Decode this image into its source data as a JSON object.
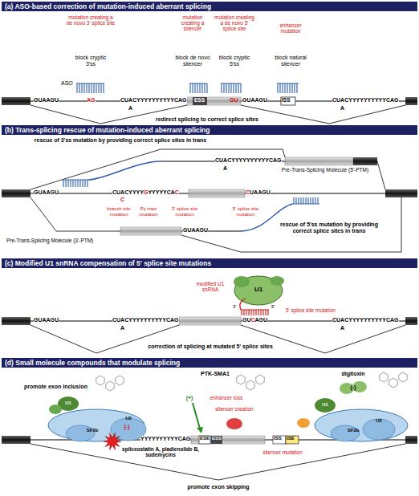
{
  "diagram": {
    "nodes": [
      {
        "text": [
          "(a) ASO-based correction of mutation-induced aberrant splicing"
        ]
      },
      {
        "text": [
          "(b) Trans-splicing rescue of mutation-induced aberrant splicing"
        ]
      },
      {
        "text": [
          "(c) Modified U1 snRNA compensation of 5' splice site mutations"
        ]
      },
      {
        "text": [
          "(d) Small molecule compounds that modulate splicing"
        ]
      }
    ],
    "labels": [
      "mutation creating a de novo 3' splice site",
      "block cryptic 3'ss",
      "ASO",
      "AG",
      "mutation creating a silencer",
      "block de novo silencer",
      "mutation creating a de novo 5' splice site",
      "block cryptic 5'ss",
      "enhancer mutation",
      "block natural silencer",
      "GUAAGU",
      "CUAC",
      "A",
      "YYYYYYYYYY",
      "CAG",
      "ESS",
      "GU",
      "GUAAGU",
      "ISS",
      "CUAC",
      "A",
      "YYYYYYYYYY",
      "CAG",
      "redirect splicing to correct splice sites",
      "rescue of 3'ss mutation by providing correct splice sites in trans",
      "CUAC",
      "A",
      "YYYYYYYYYY",
      "CAG",
      "Pre-Trans-Splicing Molecule (5'-PTM)",
      "GUAAGU",
      "CUAC",
      "C",
      "YYYY",
      "G",
      "YYYYY",
      "CA",
      "C",
      "C",
      "UAAGU",
      "branch site mutation",
      "Py tract mutation",
      "3' splice site mutation",
      "5' splice site mutation",
      "Pre-Trans-Splicing Molecule (3'-PTM)",
      "GUAAGU",
      "rescue of 5'ss mutation by providing correct splice sites in trans",
      "GUAAGU",
      "CUAC",
      "A",
      "YYYYYYYYYY",
      "CAG",
      "GU",
      "C",
      "AGU",
      "CUAC",
      "A",
      "YYYYYYYYYY",
      "CAG",
      "U1",
      "modified U1 snRNA",
      "3'",
      "5'",
      "5' splice site mutation",
      "correction of splicing at mutated 5' splice sites",
      "promote exon inclusion",
      "PTK-SMA1",
      "(+)",
      "enhancer loss",
      "silencer creation",
      "digitoxin",
      "(-)",
      "spliceostatin A, pladienolide B, sudemycins",
      "(-)",
      "ESE",
      "ESS",
      "ISS",
      "ISE",
      "silencer mutation",
      "promote exon skipping",
      "YYYYYYYYYY",
      "CAG",
      "U1",
      "U2",
      "SF3b",
      "U1",
      "U2",
      "SF3b"
    ]
  }
}
